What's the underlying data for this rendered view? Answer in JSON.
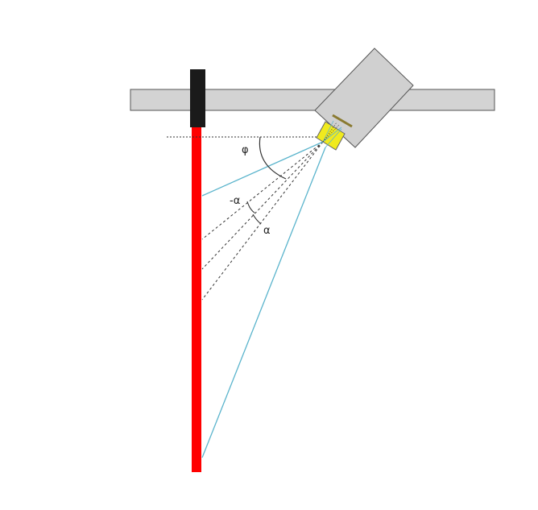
{
  "labels": {
    "phi": "φ",
    "neg_alpha": "-α",
    "alpha": "α"
  },
  "colors": {
    "bar_fill": "#d3d3d3",
    "camera_fill": "#d0d0d0",
    "lens_fill": "#f0ea1e",
    "rod": "#ff0000",
    "clamp": "#1a1a1a",
    "rays": "#5ab4cc",
    "guides": "#333333"
  }
}
